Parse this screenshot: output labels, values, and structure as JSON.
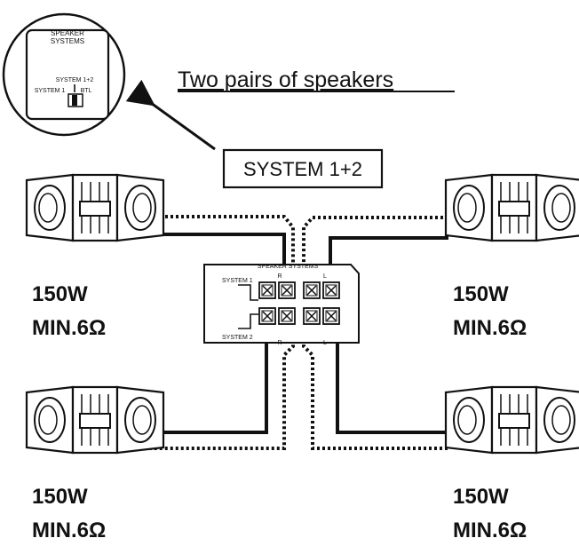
{
  "heading": "Two pairs of speakers",
  "system_callout": "SYSTEM 1+2",
  "inset": {
    "title_line1": "SPEAKER",
    "title_line2": "SYSTEMS",
    "switch_top": "SYSTEM 1+2",
    "switch_left": "SYSTEM 1",
    "switch_right": "BTL"
  },
  "terminal": {
    "title": "SPEAKER SYSTEMS",
    "row1": "SYSTEM 1",
    "row2": "SYSTEM 2",
    "r_label": "R",
    "l_label": "L"
  },
  "speakers": [
    {
      "watts": "150W",
      "impedance": "MIN.6Ω"
    },
    {
      "watts": "150W",
      "impedance": "MIN.6Ω"
    },
    {
      "watts": "150W",
      "impedance": "MIN.6Ω"
    },
    {
      "watts": "150W",
      "impedance": "MIN.6Ω"
    }
  ]
}
